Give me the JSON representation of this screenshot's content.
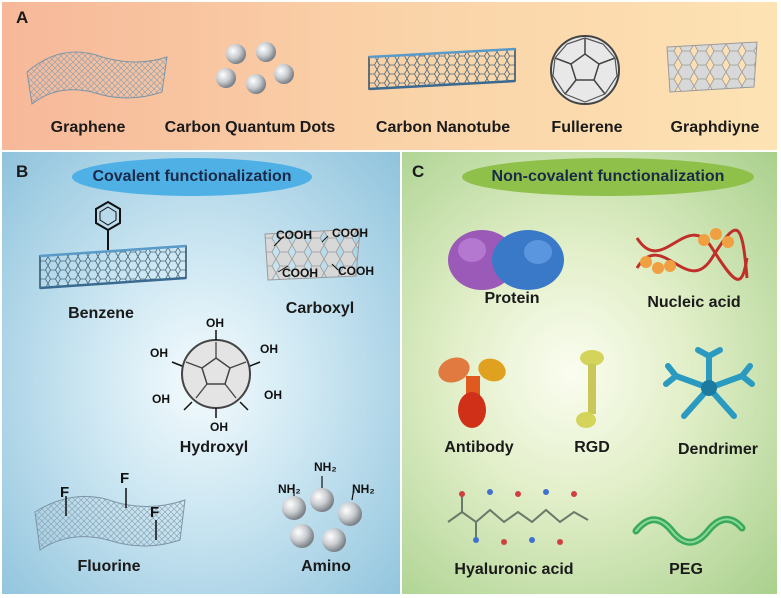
{
  "panel_a": {
    "letter": "A",
    "labels": [
      "Graphene",
      "Carbon Quantum Dots",
      "Carbon Nanotube",
      "Fullerene",
      "Graphdiyne"
    ]
  },
  "panel_b": {
    "letter": "B",
    "title": "Covalent functionalization",
    "labels": {
      "benzene": "Benzene",
      "carboxyl": "Carboxyl",
      "hydroxyl": "Hydroxyl",
      "fluorine": "Fluorine",
      "amino": "Amino"
    },
    "chem": {
      "cooh": "COOH",
      "oh": "OH",
      "f": "F",
      "nh2": "NH₂"
    }
  },
  "panel_c": {
    "letter": "C",
    "title": "Non-covalent functionalization",
    "labels": {
      "protein": "Protein",
      "nucleic_acid": "Nucleic acid",
      "antibody": "Antibody",
      "rgd": "RGD",
      "dendrimer": "Dendrimer",
      "hyaluronic_acid": "Hyaluronic acid",
      "peg": "PEG"
    }
  },
  "colors": {
    "covalent_pill": "#4fb0e6",
    "noncovalent_pill": "#8ec04a",
    "protein_a": "#9b5ab8",
    "protein_b": "#3a78c8",
    "dna": "#c0302a",
    "antibody": "#e05a20",
    "dendrimer": "#2a9ac0",
    "peg": "#3aaa5a"
  }
}
